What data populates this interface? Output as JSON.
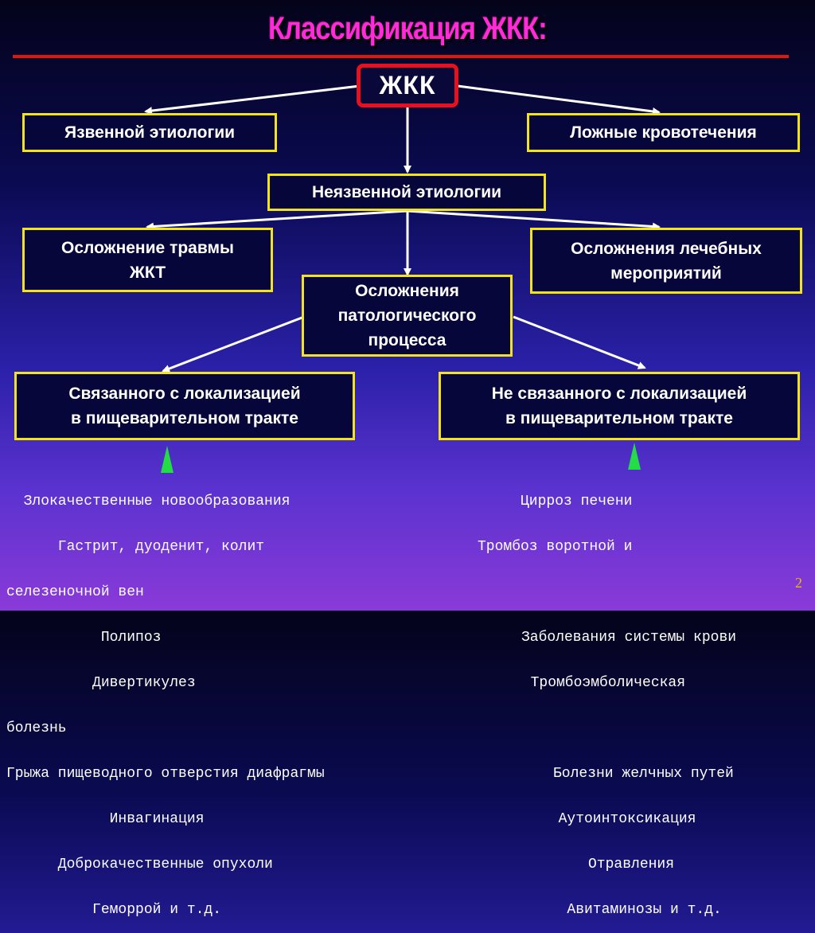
{
  "title": "Классификация ЖКК:",
  "nodes": {
    "root": "ЖКК",
    "ulcer": "Язвенной этиологии",
    "false_bleeding": "Ложные кровотечения",
    "non_ulcer": "Неязвенной этиологии",
    "trauma_line1": "Осложнение травмы",
    "trauma_line2": "ЖКТ",
    "treatment_line1": "Осложнения лечебных",
    "treatment_line2": "мероприятий",
    "pathology_line1": "Осложнения",
    "pathology_line2": "патологического",
    "pathology_line3": "процесса",
    "related_line1": "Связанного с локализацией",
    "related_line2": "в пищеварительном тракте",
    "unrelated_line1": "Не связанного с локализацией",
    "unrelated_line2": "в пищеварительном тракте"
  },
  "left_list": [
    "  Злокачественные новообразования",
    "      Гастрит, дуоденит, колит",
    "",
    "           Полипоз",
    "          Дивертикулез",
    "",
    "Грыжа пищеводного отверстия диафрагмы",
    "            Инвагинация",
    "      Доброкачественные опухоли",
    "          Геморрой и т.д."
  ],
  "right_list": [
    "     Цирроз печени",
    "Тромбоз воротной и",
    "селезеночной вен",
    "Заболевания системы крови",
    "  Тромбоэмболическая",
    "болезнь",
    "Болезни желчных путей",
    "  Аутоинтоксикация",
    "     Отравления",
    "   Авитаминозы и т.д."
  ],
  "page_number": "2",
  "colors": {
    "title": "#ff2ad8",
    "box_border": "#f3e31a",
    "root_border": "#e8101e",
    "rule": "#e01515",
    "arrow": "#ffffff",
    "marker": "#22dd44",
    "page_number": "#e8b818"
  }
}
